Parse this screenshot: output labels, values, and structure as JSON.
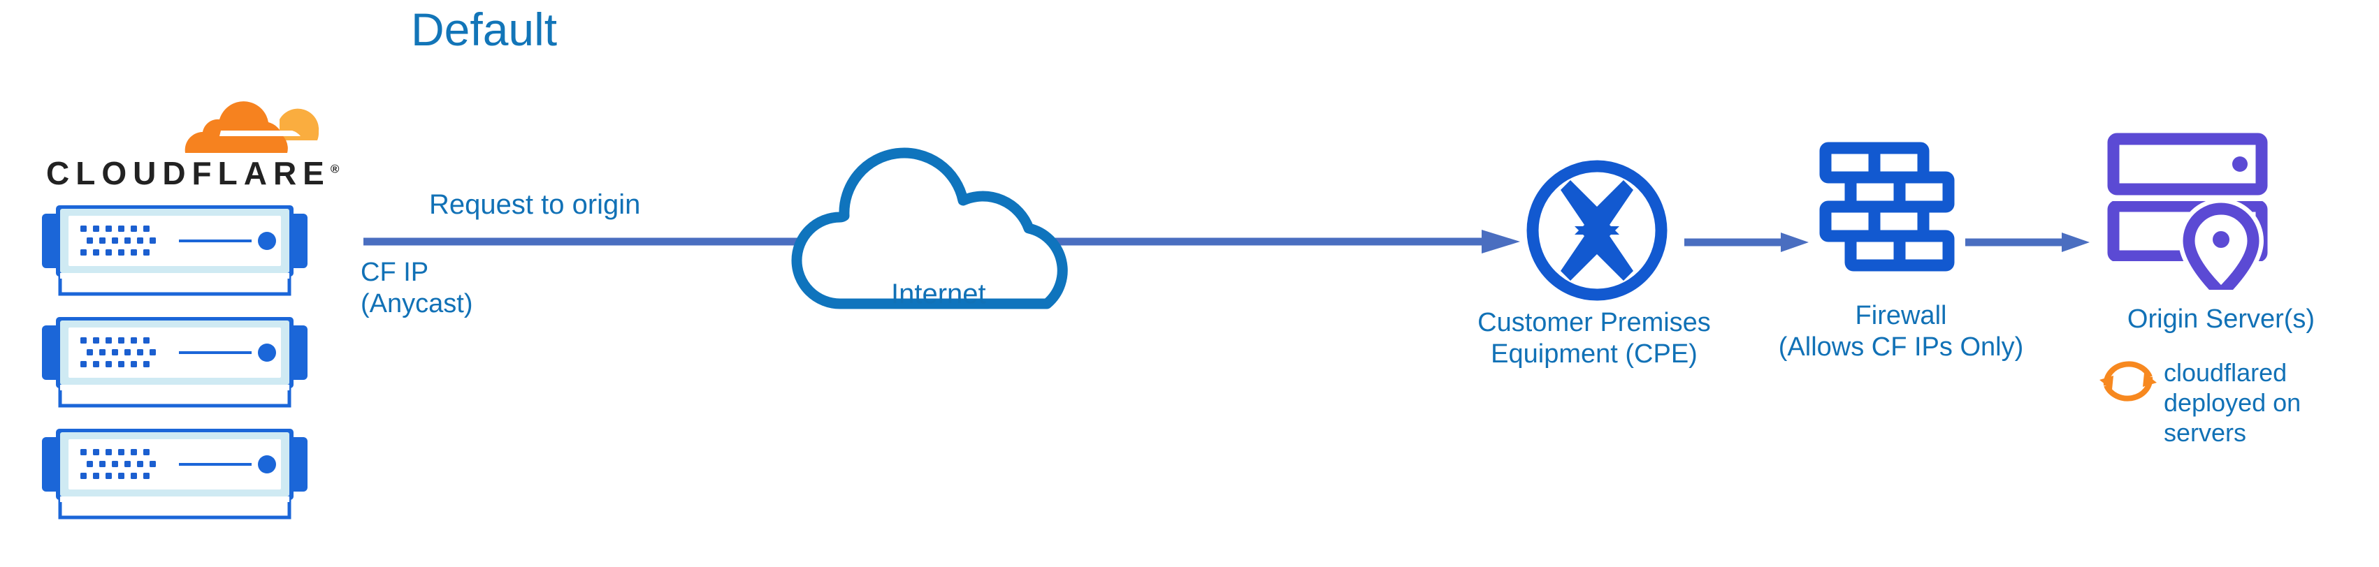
{
  "diagram": {
    "title": "Default",
    "domain": "network-architecture-diagram"
  },
  "brand": {
    "wordmark": "CLOUDFLARE",
    "registered_mark": "®",
    "logo_icon": "cloudflare-cloud-logo-icon",
    "colors": {
      "orange_dark": "#f6821f",
      "orange_light": "#faad3f",
      "wordmark_black": "#222222"
    }
  },
  "nodes": {
    "cloudflare_edge": {
      "icon": "server-rack-icon",
      "unit_count": 3,
      "unit_label": "cloudflare-edge-server"
    },
    "internet": {
      "label": "Internet",
      "icon": "cloud-icon"
    },
    "cpe": {
      "label": "Customer Premises\nEquipment (CPE)",
      "icon": "router-icon"
    },
    "firewall": {
      "label": "Firewall\n(Allows CF IPs Only)",
      "icon": "brick-wall-icon"
    },
    "origin": {
      "label": "Origin Server(s)",
      "icon": "server-with-location-pin-icon"
    },
    "cloudflared": {
      "label": "cloudflared\ndeployed on\nservers",
      "icon": "sync-arrows-icon"
    }
  },
  "connections": {
    "main_flow_label": "Request to origin",
    "source_ip_label": "CF IP\n(Anycast)",
    "arrow_cpe_to_firewall": "arrow-right-icon",
    "arrow_firewall_to_origin": "arrow-right-icon"
  },
  "colors": {
    "title_blue": "#1275b8",
    "label_blue": "#1171b6",
    "arrow_blue": "#4a6ec0",
    "cloud_outline_blue": "#0f74bd",
    "icon_blue": "#1259d0",
    "server_body_fill": "#cfeaf3",
    "server_outline": "#1b66d8",
    "origin_purple": "#5b4ad4",
    "sync_orange": "#f7881f",
    "background": "#ffffff"
  }
}
